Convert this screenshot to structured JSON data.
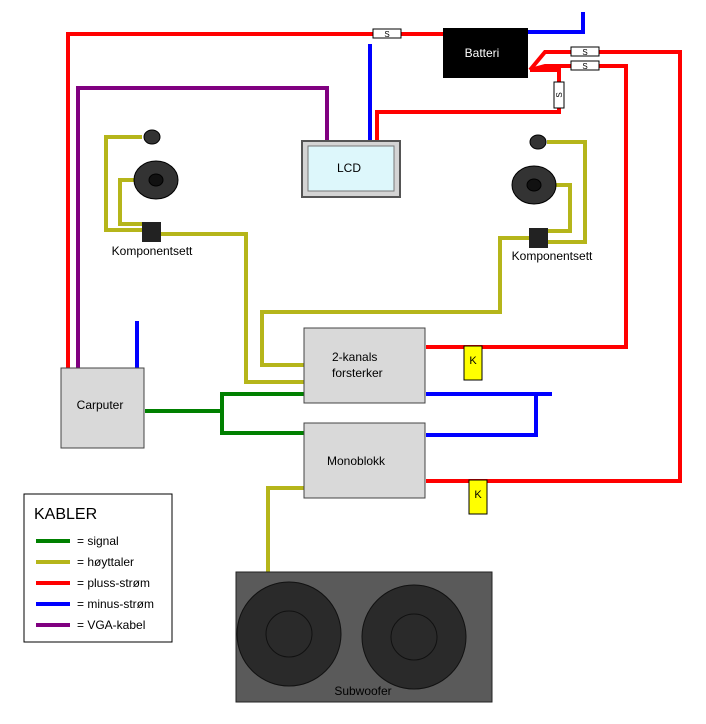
{
  "colors": {
    "signal": "#008000",
    "speaker": "#b5b51a",
    "plus": "#ff0000",
    "minus": "#0000ff",
    "vga": "#800080",
    "box_fill": "#d9d9d9",
    "battery_fill": "#000000",
    "lcd_screen": "#ddf7fb",
    "fuse_k": "#ffff00",
    "subwoofer_body": "#5a5a5a",
    "subwoofer_cone": "#2a2a2a"
  },
  "components": {
    "battery": "Batteri",
    "lcd": "LCD",
    "amp_line1": "2-kanals",
    "amp_line2": "forsterker",
    "monoblock": "Monoblokk",
    "carputer": "Carputer",
    "subwoofer": "Subwoofer",
    "component_set_left": "Komponentsett",
    "component_set_right": "Komponentsett"
  },
  "fuses": {
    "s1": "S",
    "s2": "S",
    "s3": "S",
    "s4": "S",
    "k1": "K",
    "k2": "K"
  },
  "legend": {
    "title": "KABLER",
    "items": [
      {
        "text": "= signal",
        "color": "#008000"
      },
      {
        "text": "= høyttaler",
        "color": "#b5b51a"
      },
      {
        "text": "= pluss-strøm",
        "color": "#ff0000"
      },
      {
        "text": "= minus-strøm",
        "color": "#0000ff"
      },
      {
        "text": "= VGA-kabel",
        "color": "#800080"
      }
    ]
  }
}
